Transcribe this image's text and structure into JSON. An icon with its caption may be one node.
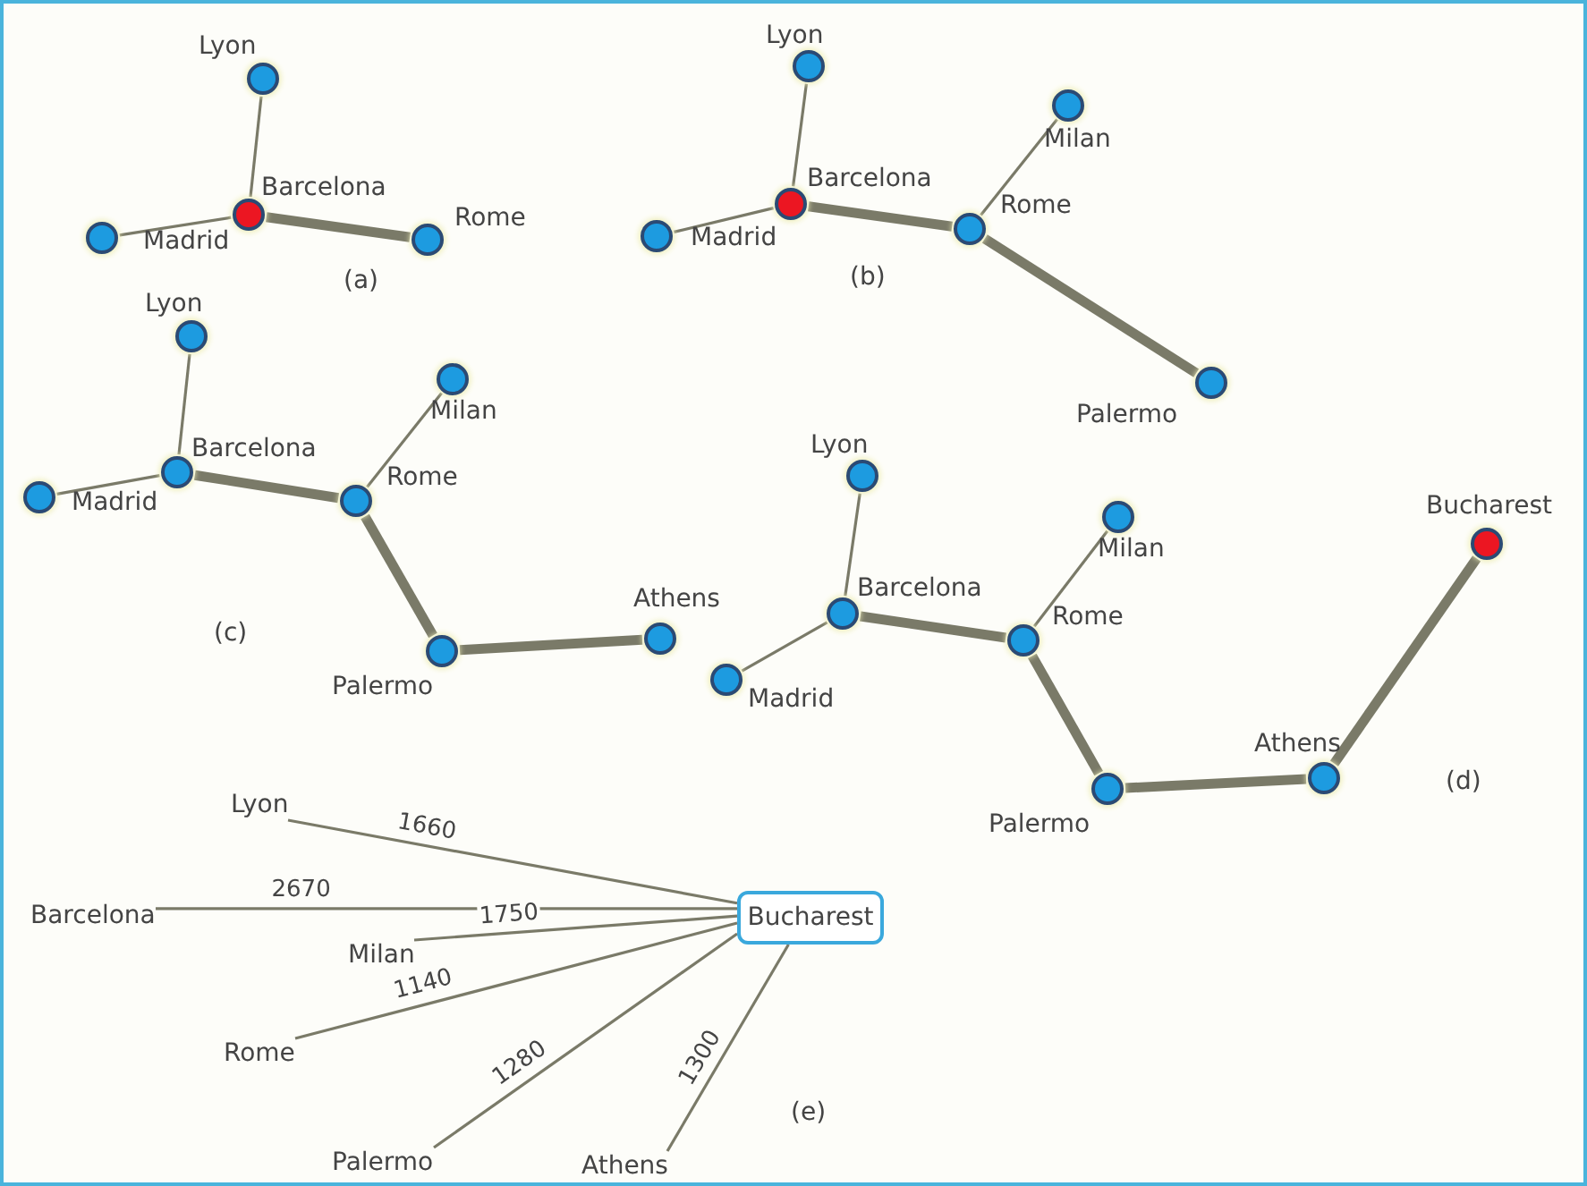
{
  "diagram": {
    "nodes": [
      {
        "text": [
          "Lyon"
        ]
      },
      {
        "text": [
          "Barcelona"
        ]
      },
      {
        "text": [
          "Madrid"
        ]
      },
      {
        "text": [
          "Rome"
        ]
      },
      {
        "text": [
          "Lyon"
        ]
      },
      {
        "text": [
          "Barcelona"
        ]
      },
      {
        "text": [
          "Madrid"
        ]
      },
      {
        "text": [
          "Milan"
        ]
      },
      {
        "text": [
          "Rome"
        ]
      },
      {
        "text": [
          "Palermo"
        ]
      },
      {
        "text": [
          "Lyon"
        ]
      },
      {
        "text": [
          "Barcelona"
        ]
      },
      {
        "text": [
          "Madrid"
        ]
      },
      {
        "text": [
          "Milan"
        ]
      },
      {
        "text": [
          "Rome"
        ]
      },
      {
        "text": [
          "Palermo"
        ]
      },
      {
        "text": [
          "Athens"
        ]
      },
      {
        "text": [
          "Lyon"
        ]
      },
      {
        "text": [
          "Barcelona"
        ]
      },
      {
        "text": [
          "Madrid"
        ]
      },
      {
        "text": [
          "Milan"
        ]
      },
      {
        "text": [
          "Rome"
        ]
      },
      {
        "text": [
          "Palermo"
        ]
      },
      {
        "text": [
          "Athens"
        ]
      },
      {
        "text": [
          "Bucharest"
        ]
      },
      {
        "text": [
          "Lyon"
        ]
      },
      {
        "text": [
          "Barcelona"
        ]
      },
      {
        "text": [
          "Milan"
        ]
      },
      {
        "text": [
          "Rome"
        ]
      },
      {
        "text": [
          "Palermo"
        ]
      },
      {
        "text": [
          "Athens"
        ]
      },
      {
        "text": [
          "Bucharest"
        ]
      }
    ],
    "edges": [
      {
        "from": 0,
        "to": 1,
        "arrow": "none"
      },
      {
        "from": 2,
        "to": 1,
        "arrow": "none"
      },
      {
        "from": 1,
        "to": 3,
        "arrow": "none",
        "style": "thick"
      },
      {
        "from": 4,
        "to": 5,
        "arrow": "none"
      },
      {
        "from": 6,
        "to": 5,
        "arrow": "none"
      },
      {
        "from": 5,
        "to": 8,
        "arrow": "none",
        "style": "thick"
      },
      {
        "from": 7,
        "to": 8,
        "arrow": "none"
      },
      {
        "from": 8,
        "to": 9,
        "arrow": "none",
        "style": "thick"
      },
      {
        "from": 10,
        "to": 11,
        "arrow": "none"
      },
      {
        "from": 12,
        "to": 11,
        "arrow": "none"
      },
      {
        "from": 11,
        "to": 14,
        "arrow": "none",
        "style": "thick"
      },
      {
        "from": 13,
        "to": 14,
        "arrow": "none"
      },
      {
        "from": 14,
        "to": 15,
        "arrow": "none",
        "style": "thick"
      },
      {
        "from": 15,
        "to": 16,
        "arrow": "none",
        "style": "thick"
      },
      {
        "from": 17,
        "to": 18,
        "arrow": "none"
      },
      {
        "from": 19,
        "to": 18,
        "arrow": "none"
      },
      {
        "from": 18,
        "to": 21,
        "arrow": "none",
        "style": "thick"
      },
      {
        "from": 20,
        "to": 21,
        "arrow": "none"
      },
      {
        "from": 21,
        "to": 22,
        "arrow": "none",
        "style": "thick"
      },
      {
        "from": 22,
        "to": 23,
        "arrow": "none",
        "style": "thick"
      },
      {
        "from": 23,
        "to": 24,
        "arrow": "none",
        "style": "thick"
      },
      {
        "from": 25,
        "to": 31,
        "arrow": "none",
        "label": "1660"
      },
      {
        "from": 26,
        "to": 31,
        "arrow": "none",
        "label": "2670"
      },
      {
        "from": 27,
        "to": 31,
        "arrow": "none",
        "label": "1750"
      },
      {
        "from": 28,
        "to": 31,
        "arrow": "none",
        "label": "1140"
      },
      {
        "from": 29,
        "to": 31,
        "arrow": "none",
        "label": "1280"
      },
      {
        "from": 30,
        "to": 31,
        "arrow": "none",
        "label": "1300"
      }
    ],
    "labels": [
      "(a)",
      "(b)",
      "(c)",
      "(d)",
      "(e)"
    ]
  }
}
